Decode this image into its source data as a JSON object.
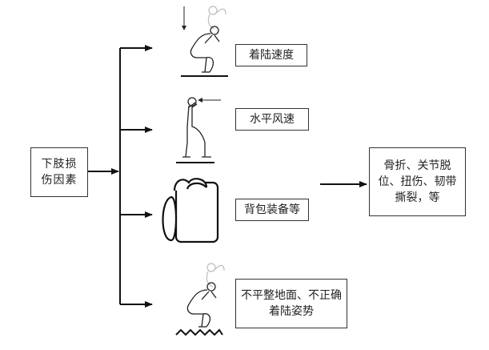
{
  "diagram": {
    "root": {
      "text": "下肢损伤因素"
    },
    "factors": [
      {
        "label": "着陆速度",
        "icon": "jumper-landing-speed-icon"
      },
      {
        "label": "水平风速",
        "icon": "jumper-wind-icon"
      },
      {
        "label": "背包装备等",
        "icon": "backpack-equipment-icon"
      },
      {
        "label": "不平整地面、不正确着陆姿势",
        "icon": "jumper-uneven-ground-icon"
      }
    ],
    "outcome": {
      "text": "骨折、关节脱位、扭伤、韧带撕裂，等"
    }
  },
  "colors": {
    "line": "#111111",
    "box_border": "#333333",
    "figure": "#222222",
    "ghost": "#b8b8b8"
  }
}
